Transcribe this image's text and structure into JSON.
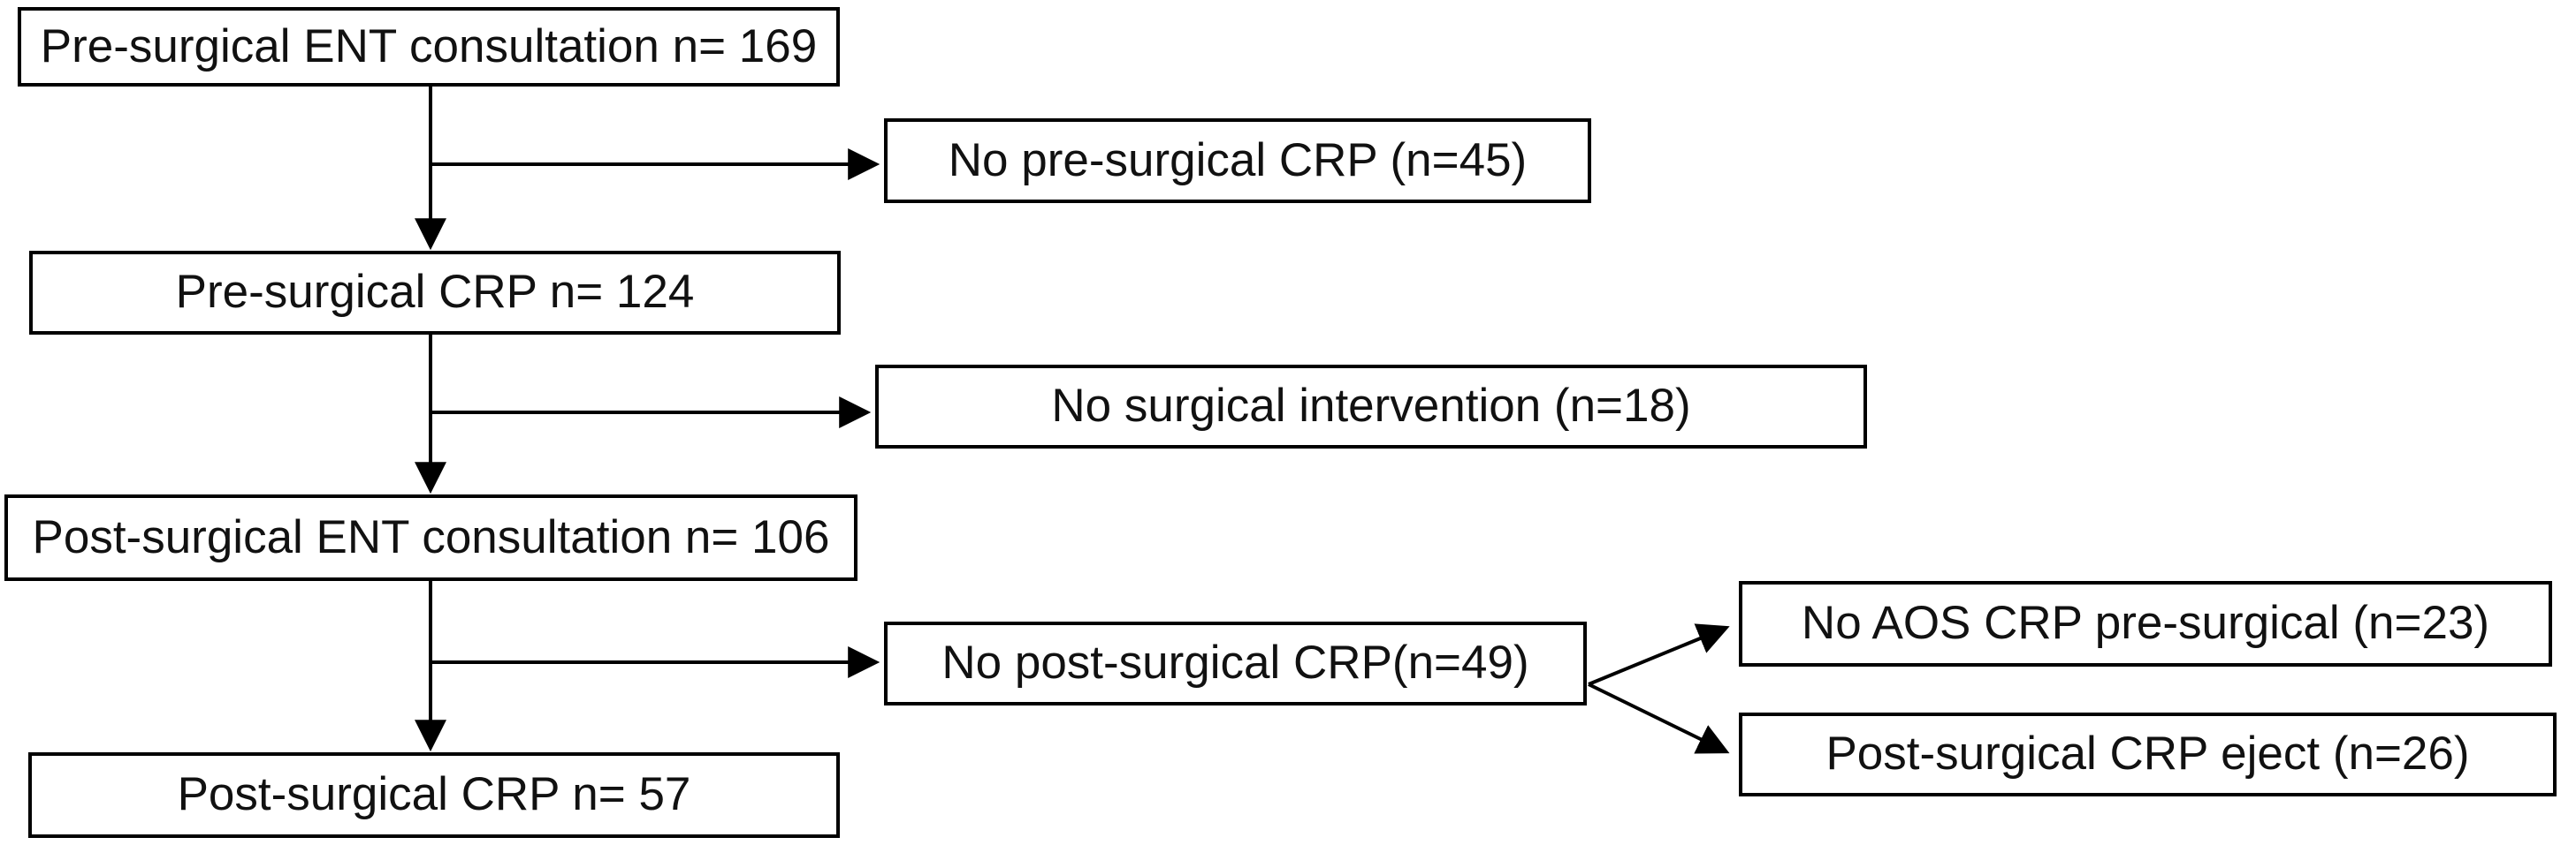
{
  "flowchart": {
    "nodes": {
      "pre_surgical_ent": {
        "label": "Pre-surgical ENT consultation n= 169",
        "n": 169
      },
      "no_pre_surgical_crp": {
        "label": "No pre-surgical CRP (n=45)",
        "n": 45
      },
      "pre_surgical_crp": {
        "label": "Pre-surgical CRP n= 124",
        "n": 124
      },
      "no_surgical_intervention": {
        "label": "No surgical intervention (n=18)",
        "n": 18
      },
      "post_surgical_ent": {
        "label": "Post-surgical ENT consultation n= 106",
        "n": 106
      },
      "no_post_surgical_crp": {
        "label": "No post-surgical CRP(n=49)",
        "n": 49
      },
      "no_aos_crp_pre_surgical": {
        "label": "No AOS CRP pre-surgical (n=23)",
        "n": 23
      },
      "post_surgical_crp_eject": {
        "label": "Post-surgical CRP eject (n=26)",
        "n": 26
      },
      "post_surgical_crp": {
        "label": "Post-surgical CRP n= 57",
        "n": 57
      }
    },
    "colors": {
      "background": "#ffffff",
      "box_border": "#000000",
      "line": "#000000",
      "text": "#111111"
    }
  }
}
